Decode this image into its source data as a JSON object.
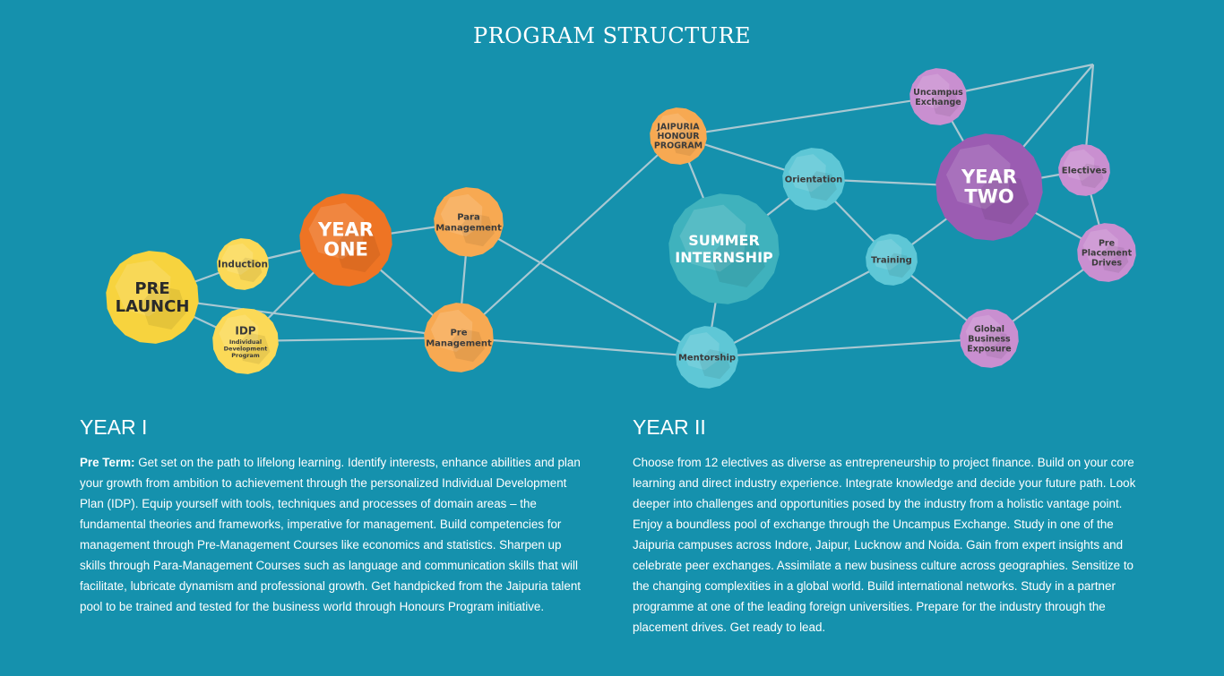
{
  "title": "PROGRAM STRUCTURE",
  "diagram": {
    "nodes": [
      {
        "id": "pre-launch",
        "lines": [
          "PRE",
          "LAUNCH"
        ],
        "color": "#f7d33e",
        "text_color": "#2a2a2a"
      },
      {
        "id": "induction",
        "lines": [
          "Induction"
        ],
        "color": "#fbd957",
        "text_color": "#3b3b3b"
      },
      {
        "id": "idp",
        "lines": [
          "IDP"
        ],
        "sub_lines": [
          "Individual",
          "Development",
          "Program"
        ],
        "color": "#fbd957",
        "text_color": "#3b3b3b"
      },
      {
        "id": "year-one",
        "lines": [
          "YEAR",
          "ONE"
        ],
        "color": "#ee7424",
        "text_color": "#ffffff"
      },
      {
        "id": "para-management",
        "lines": [
          "Para",
          "Management"
        ],
        "color": "#f7a952",
        "text_color": "#3b3b3b"
      },
      {
        "id": "pre-management",
        "lines": [
          "Pre",
          "Management"
        ],
        "color": "#f7a952",
        "text_color": "#3b3b3b"
      },
      {
        "id": "jaipuria-honour",
        "lines": [
          "JAIPURIA",
          "HONOUR",
          "PROGRAM"
        ],
        "color": "#f7a952",
        "text_color": "#3b3b3b"
      },
      {
        "id": "summer-internship",
        "lines": [
          "SUMMER",
          "INTERNSHIP"
        ],
        "color": "#3fb2bd",
        "text_color": "#ffffff"
      },
      {
        "id": "orientation",
        "lines": [
          "Orientation"
        ],
        "color": "#5ec7d6",
        "text_color": "#3b3b3b"
      },
      {
        "id": "mentorship",
        "lines": [
          "Mentorship"
        ],
        "color": "#5ec7d6",
        "text_color": "#3b3b3b"
      },
      {
        "id": "training",
        "lines": [
          "Training"
        ],
        "color": "#5ec7d6",
        "text_color": "#3b3b3b"
      },
      {
        "id": "year-two",
        "lines": [
          "YEAR",
          "TWO"
        ],
        "color": "#9b5cb2",
        "text_color": "#ffffff"
      },
      {
        "id": "uncampus-exchange",
        "lines": [
          "Uncampus",
          "Exchange"
        ],
        "color": "#c98fd0",
        "text_color": "#3b3b3b"
      },
      {
        "id": "electives",
        "lines": [
          "Electives"
        ],
        "color": "#c98fd0",
        "text_color": "#3b3b3b"
      },
      {
        "id": "pre-placement-drives",
        "lines": [
          "Pre",
          "Placement",
          "Drives"
        ],
        "color": "#c98fd0",
        "text_color": "#3b3b3b"
      },
      {
        "id": "global-business-exposure",
        "lines": [
          "Global",
          "Business",
          "Exposure"
        ],
        "color": "#c98fd0",
        "text_color": "#3b3b3b"
      }
    ]
  },
  "year1": {
    "heading": "YEAR I",
    "lead": "Pre Term:",
    "body": " Get set on the path to lifelong learning. Identify interests, enhance abilities and plan your growth from ambition to achievement through the personalized Individual Development Plan (IDP). Equip yourself with tools, techniques and processes of domain areas – the fundamental theories and frameworks, imperative for management. Build competencies for management through Pre-Management Courses like economics and statistics. Sharpen up skills through Para-Management Courses such as language and communication skills that will facilitate, lubricate dynamism and professional growth. Get handpicked from the Jaipuria talent pool to be trained and tested for the business world through Honours Program initiative."
  },
  "year2": {
    "heading": "YEAR II",
    "body": "Choose from 12 electives as diverse as entrepreneurship to project finance. Build on your core learning and direct industry experience. Integrate knowledge and decide your future path. Look deeper into challenges and opportunities posed by the industry from a holistic vantage point. Enjoy a boundless pool of exchange through the Uncampus Exchange. Study in one of the Jaipuria campuses across Indore, Jaipur, Lucknow and Noida. Gain from expert insights and celebrate peer exchanges. Assimilate a new business culture across geographies. Sensitize to the changing complexities in a global world. Build international networks. Study in a partner programme at one of the leading foreign universities. Prepare for the industry through the placement drives. Get ready to lead."
  }
}
